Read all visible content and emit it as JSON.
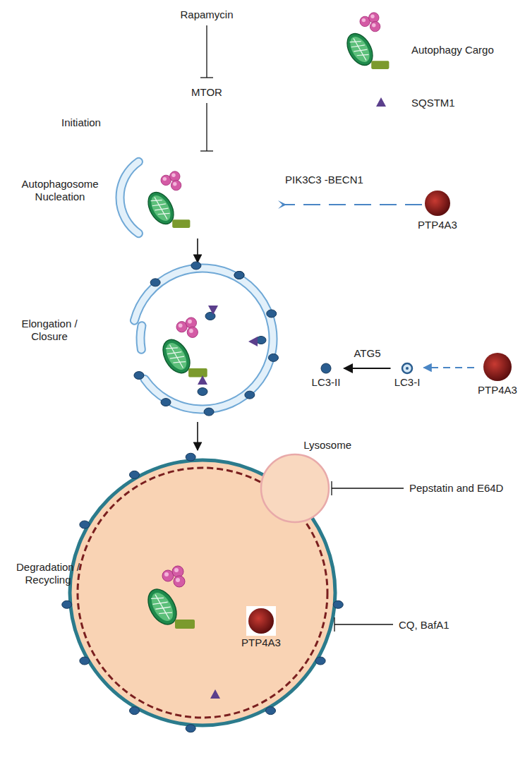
{
  "diagram": {
    "nodes": [
      {
        "text": [
          "PTP4A3"
        ]
      },
      {
        "text": [
          "LC3-II"
        ]
      },
      {
        "text": [
          "LC3-I"
        ]
      },
      {
        "text": [
          "PTP4A3"
        ]
      },
      {
        "text": [
          "Lysosome"
        ]
      },
      {
        "text": [
          "PTP4A3"
        ]
      }
    ],
    "edges": [
      {
        "from": 3,
        "to": 2,
        "arrow": "to"
      },
      {
        "from": 2,
        "to": 1,
        "label": "ATG5",
        "arrow": "to"
      }
    ],
    "labels": [
      "Rapamycin",
      "MTOR",
      "Initiation",
      "Autophagy Cargo",
      "SQSTM1",
      "Autophagosome Nucleation",
      "PIK3C3 -BECN1",
      "Elongation / Closure",
      "Pepstatin and E64D",
      "Degradation / Recycling",
      "CQ, BafA1"
    ]
  }
}
